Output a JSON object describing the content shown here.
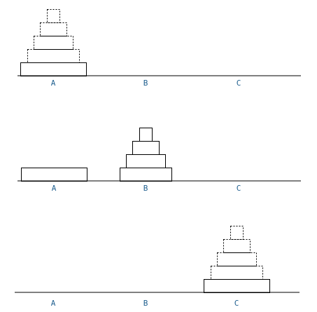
{
  "diagram": {
    "title": "",
    "peg_labels": [
      "A",
      "B",
      "C"
    ],
    "colors": {
      "line": "#000000",
      "label": "#1f5f8f",
      "background": "#ffffff"
    },
    "stages": [
      {
        "id": "stage-1",
        "disks": [
          {
            "peg": "A",
            "size": 5,
            "style": "solid"
          },
          {
            "peg": "A",
            "size": 4,
            "style": "dotted"
          },
          {
            "peg": "A",
            "size": 3,
            "style": "dotted"
          },
          {
            "peg": "A",
            "size": 2,
            "style": "dotted"
          },
          {
            "peg": "A",
            "size": 1,
            "style": "dotted"
          }
        ]
      },
      {
        "id": "stage-2",
        "disks": [
          {
            "peg": "A",
            "size": 5,
            "style": "solid"
          },
          {
            "peg": "B",
            "size": 4,
            "style": "solid"
          },
          {
            "peg": "B",
            "size": 3,
            "style": "solid"
          },
          {
            "peg": "B",
            "size": 2,
            "style": "solid"
          },
          {
            "peg": "B",
            "size": 1,
            "style": "solid"
          }
        ]
      },
      {
        "id": "stage-3",
        "disks": [
          {
            "peg": "C",
            "size": 5,
            "style": "solid"
          },
          {
            "peg": "C",
            "size": 4,
            "style": "dotted"
          },
          {
            "peg": "C",
            "size": 3,
            "style": "dotted"
          },
          {
            "peg": "C",
            "size": 2,
            "style": "dotted"
          },
          {
            "peg": "C",
            "size": 1,
            "style": "dotted"
          }
        ]
      }
    ]
  }
}
